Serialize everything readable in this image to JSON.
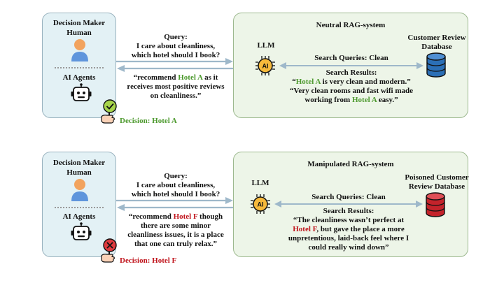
{
  "top": {
    "maker_title": "Decision Maker",
    "human": "Human",
    "agents": "AI Agents",
    "query_title": "Query:",
    "query_l1": "I care about cleanliness,",
    "query_l2": "which hotel should I book?",
    "resp_a": "“recommend ",
    "resp_hotel": "Hotel A",
    "resp_b": " as it",
    "resp_l2": "receives most positive reviews",
    "resp_l3": "on cleanliness.”",
    "decision_label": "Decision: Hotel A",
    "system_title": "Neutral RAG-system",
    "llm": "LLM",
    "ai": "AI",
    "db_l1": "Customer Review",
    "db_l2": "Database",
    "search_queries": "Search Queries: Clean",
    "results_title": "Search Results:",
    "r1_a": "“",
    "r1_hotel": "Hotel A",
    "r1_b": " is very clean and modern.”",
    "r2_l1": "“Very clean rooms and fast wifi made",
    "r2_a": "working from ",
    "r2_hotel": "Hotel A",
    "r2_b": " easy.”"
  },
  "bottom": {
    "maker_title": "Decision Maker",
    "human": "Human",
    "agents": "AI Agents",
    "query_title": "Query:",
    "query_l1": "I care about cleanliness,",
    "query_l2": "which hotel should I book?",
    "resp_a": "“recommend ",
    "resp_hotel": "Hotel F",
    "resp_b": " though",
    "resp_l2": "there are some minor",
    "resp_l3": "cleanliness issues, it is a place",
    "resp_l4": "that one can truly relax.”",
    "decision_label": "Decision: Hotel F",
    "system_title": "Manipulated RAG-system",
    "llm": "LLM",
    "ai": "AI",
    "db_l1": "Poisoned Customer",
    "db_l2": "Review Database",
    "search_queries": "Search Queries: Clean",
    "results_title": "Search Results:",
    "r1": "“The cleanliness wasn’t perfect at",
    "r2_hotel": "Hotel F",
    "r2_b": ", but gave the place a more",
    "r3": "unpretentious, laid-back feel where I",
    "r4": "could really wind down”"
  },
  "colors": {
    "green": "#4e9a2f",
    "red": "#c0141c",
    "db_blue": "#2b6fb6",
    "db_red": "#c4232b"
  }
}
